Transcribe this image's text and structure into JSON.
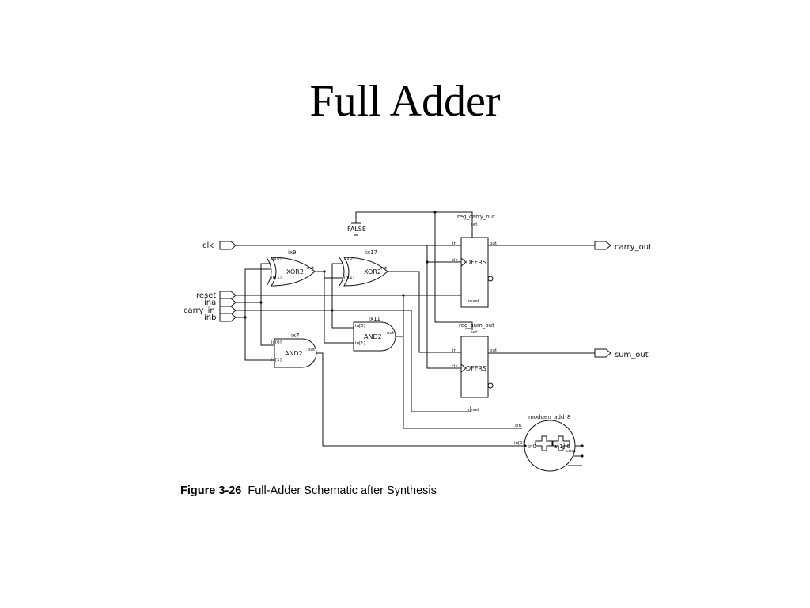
{
  "title": "Full Adder",
  "figure": {
    "label": "Figure 3-26",
    "text": "Full-Adder Schematic after Synthesis"
  },
  "ports": {
    "clk": "clk",
    "reset": "reset",
    "ina": "ina",
    "carry_in": "carry_in",
    "inb": "inb",
    "carry_out": "carry_out",
    "sum_out": "sum_out"
  },
  "constant": "FALSE",
  "gates": {
    "xor_a": {
      "inst": "ix9",
      "type": "XOR2",
      "pin_in0": "in[0]",
      "pin_in1": "in[1]",
      "pin_out": "out"
    },
    "xor_b": {
      "inst": "ix17",
      "type": "XOR2",
      "pin_in0": "in[0]",
      "pin_in1": "in[1]",
      "pin_out": "out"
    },
    "and_a": {
      "inst": "ix7",
      "type": "AND2",
      "pin_in0": "in[0]",
      "pin_in1": "in[1]",
      "pin_out": "out"
    },
    "and_b": {
      "inst": "ix11",
      "type": "AND2",
      "pin_in0": "in[0]",
      "pin_in1": "in[1]",
      "pin_out": "out"
    }
  },
  "flops": {
    "carry": {
      "inst": "reg_carry_out",
      "type": "DFFRS",
      "pin_set": "set",
      "pin_in": "in",
      "pin_clk": "clk",
      "pin_out": "out",
      "pin_reset": "reset"
    },
    "sum": {
      "inst": "reg_sum_out",
      "type": "DFFRS",
      "pin_set": "set",
      "pin_in": "in",
      "pin_clk": "clk",
      "pin_out": "out",
      "pin_reset": "reset"
    }
  },
  "adder": {
    "inst": "modgen_add_8",
    "pin_cin": "cin",
    "pin_in0": "in[0]",
    "pin_cout": "cout",
    "inner_label": "in0",
    "inner_label_right": "a[1].0"
  }
}
